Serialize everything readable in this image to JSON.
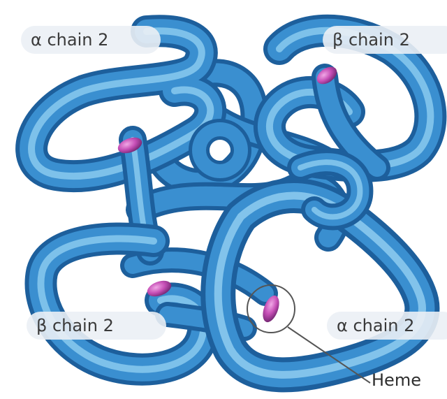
{
  "labels": {
    "alpha_top": "α chain 2",
    "beta_top": "β chain 2",
    "beta_bottom": "β chain 2",
    "alpha_bottom": "α chain 2",
    "heme": "Heme"
  },
  "colors": {
    "tube_dark": "#1d5f9c",
    "tube_mid": "#3a8fd0",
    "tube_light": "#8fcdf0",
    "heme": "#c64fb6",
    "background": "#ffffff"
  }
}
